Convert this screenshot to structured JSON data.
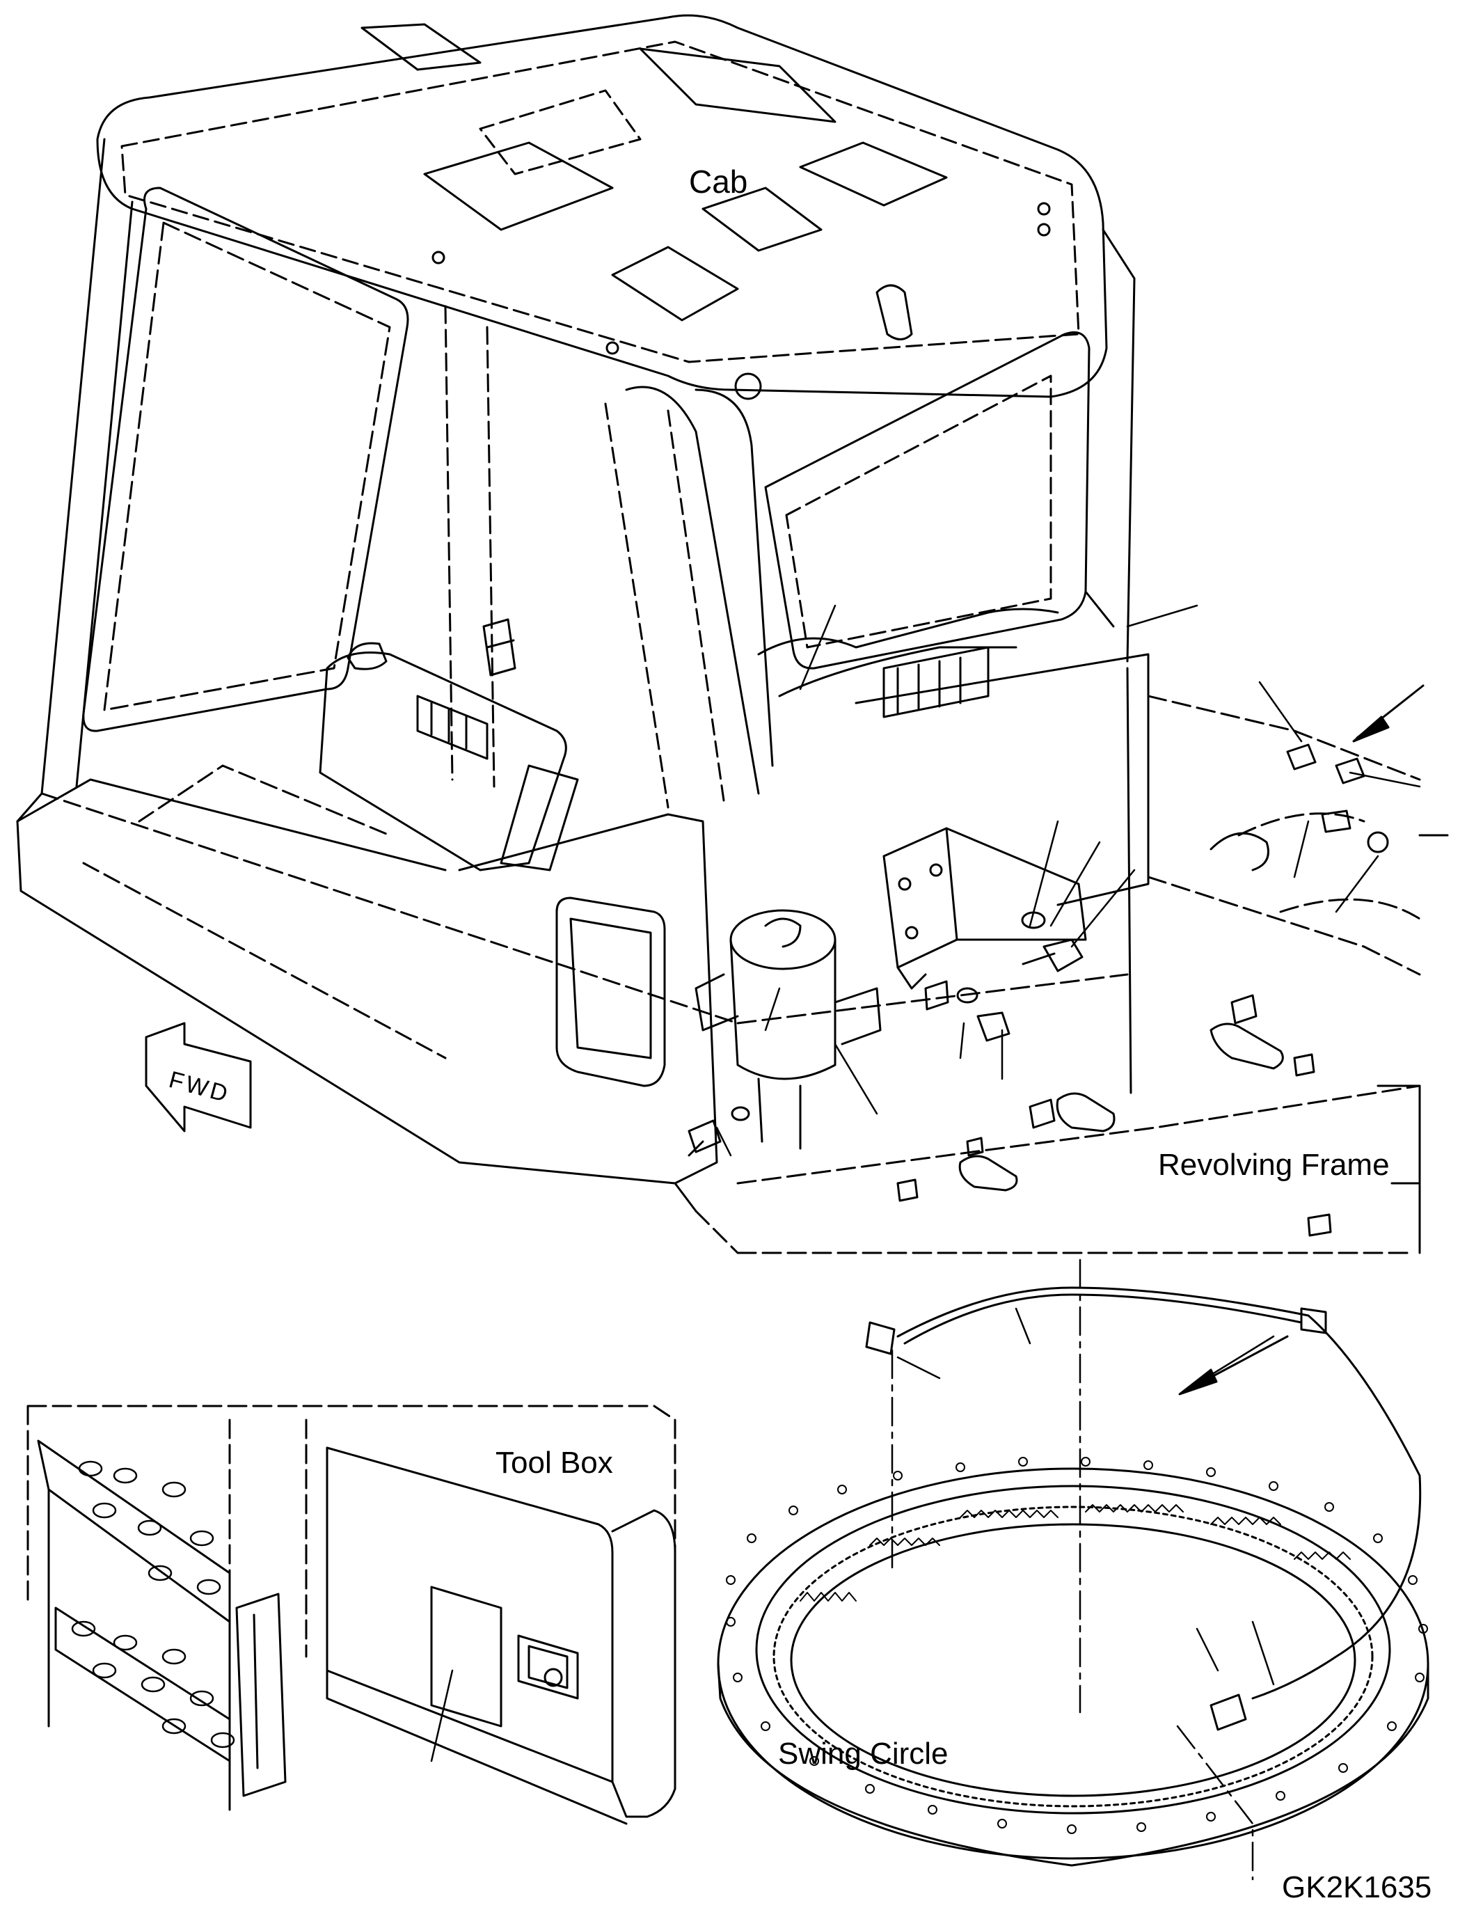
{
  "labels": {
    "cab": "Cab",
    "revolving_frame": "Revolving Frame",
    "tool_box": "Tool Box",
    "swing_circle": "Swing Circle",
    "fwd": "FWD"
  },
  "drawing_code": "GK2K1635",
  "colors": {
    "line": "#000000",
    "background": "#ffffff"
  }
}
